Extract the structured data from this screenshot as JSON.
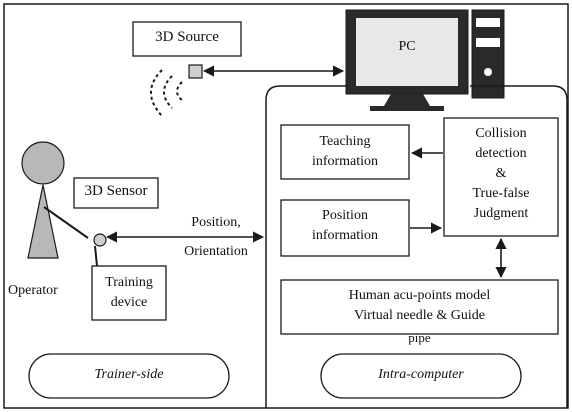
{
  "source_box": {
    "label": "3D Source"
  },
  "pc": {
    "label": "PC"
  },
  "operator": {
    "label": "Operator"
  },
  "sensor_box": {
    "label": "3D Sensor"
  },
  "training_device_box": {
    "line1": "Training",
    "line2": "device"
  },
  "link_label": {
    "line1": "Position,",
    "line2": "Orientation"
  },
  "teaching_box": {
    "line1": "Teaching",
    "line2": "information"
  },
  "position_box": {
    "line1": "Position",
    "line2": "information"
  },
  "collision_box": {
    "line1": "Collision",
    "line2": "detection",
    "line3": "&",
    "line4": "True-false",
    "line5": "Judgment"
  },
  "model_box": {
    "line1": "Human acu-points model",
    "line2": "Virtual needle  &  Guide",
    "line3": "pipe"
  },
  "trainer_side": {
    "label": "Trainer-side"
  },
  "intra_computer": {
    "label": "Intra-computer"
  },
  "colors": {
    "line": "#1a1a1a",
    "operator_fill": "#b8b8b8",
    "screen_fill": "#e8e8e8",
    "background": "#ffffff"
  }
}
